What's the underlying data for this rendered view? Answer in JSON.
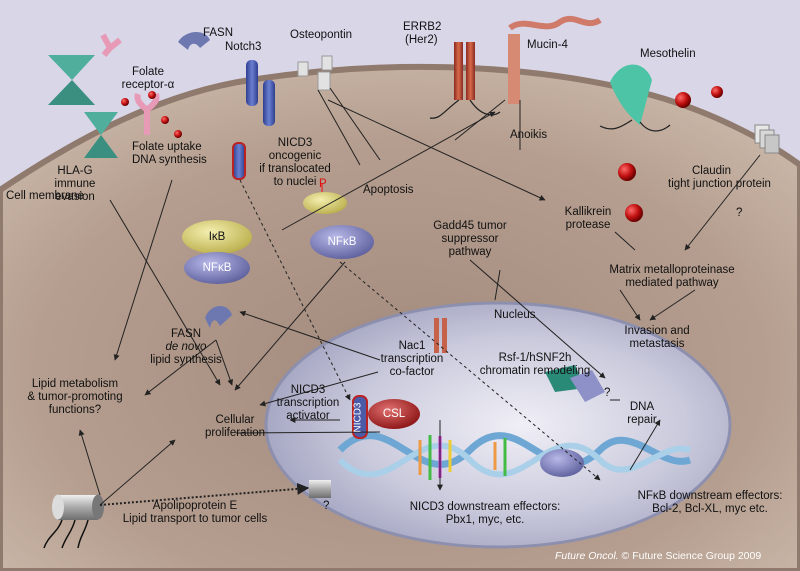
{
  "labels": {
    "fasn_top": "FASN",
    "folate_receptor_1": "Folate",
    "folate_receptor_2": "receptor-α",
    "notch3": "Notch3",
    "osteopontin": "Osteopontin",
    "erbb2_1": "ERRB2",
    "erbb2_2": "(Her2)",
    "mucin4": "Mucin-4",
    "mesothelin": "Mesothelin",
    "hla_1": "HLA-G",
    "hla_2": "immune",
    "hla_3": "evasion",
    "folate_uptake_1": "Folate uptake",
    "folate_uptake_2": "DNA synthesis",
    "nicd3_1": "NICD3",
    "nicd3_2": "oncogenic",
    "nicd3_3": "if translocated",
    "nicd3_4": "to nuclei",
    "anoikis": "Anoikis",
    "claudin_1": "Claudin",
    "claudin_2": "tight junction protein",
    "cell_membrane": "Cell membrane",
    "ikb": "IκB",
    "nfkb_left": "NFκB",
    "nfkb_center": "NFκB",
    "p_label": "P",
    "apoptosis": "Apoptosis",
    "kallikrein_1": "Kallikrein",
    "kallikrein_2": "protease",
    "gadd45_1": "Gadd45 tumor",
    "gadd45_2": "suppressor",
    "gadd45_3": "pathway",
    "question_1": "?",
    "mmp_1": "Matrix metalloproteinase",
    "mmp_2": "mediated pathway",
    "fasn_denovo_1": "FASN",
    "fasn_denovo_2": "de novo",
    "fasn_denovo_3": "lipid synthesis",
    "nucleus": "Nucleus",
    "nac1_1": "Nac1",
    "nac1_2": "transcription",
    "nac1_3": "co-factor",
    "rsf1_1": "Rsf-1/hSNF2h",
    "rsf1_2": "chromatin remodeling",
    "invasion_1": "Invasion and",
    "invasion_2": "metastasis",
    "lipid_1": "Lipid metabolism",
    "lipid_2": "& tumor-promoting",
    "lipid_3": "functions?",
    "cellular_1": "Cellular",
    "cellular_2": "proliferation",
    "nicd3_act_1": "NICD3",
    "nicd3_act_2": "transcription",
    "nicd3_act_3": "activator",
    "nicd3_vertical": "NICD3",
    "csl": "CSL",
    "question_2": "?",
    "dna_repair_1": "DNA",
    "dna_repair_2": "repair",
    "question_3": "?",
    "apoe_1": "Apolipoprotein E",
    "apoe_2": "Lipid transport to tumor cells",
    "nicd3_down_1": "NICD3 downstream effectors:",
    "nicd3_down_2": "Pbx1, myc, etc.",
    "nfkb_down_1": "NFκB downstream effectors:",
    "nfkb_down_2": "Bcl-2, Bcl-XL, myc etc.",
    "credit_journal": "Future Oncol.",
    "credit_rest": " © Future Science Group 2009"
  }
}
